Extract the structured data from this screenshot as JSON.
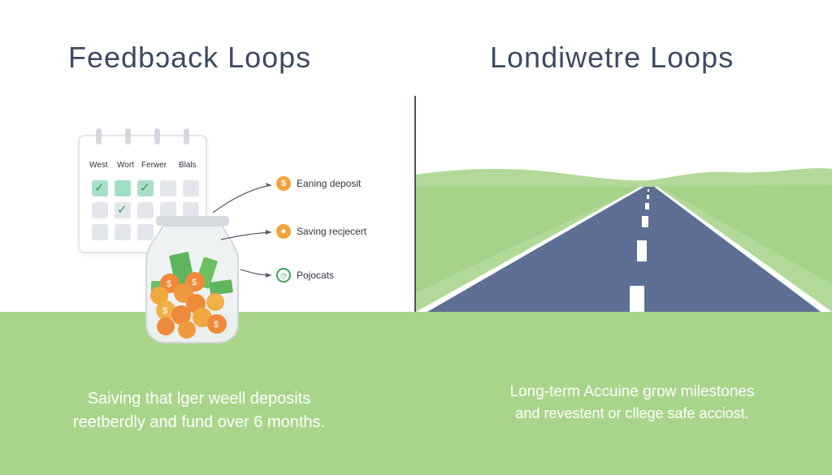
{
  "titles": {
    "left": "Feedbɔack  Loops",
    "right": "Londiwetre Loops"
  },
  "calendar": {
    "headers": [
      "West",
      "Wort",
      "Ferwer",
      "Blals"
    ]
  },
  "legend": {
    "items": [
      {
        "label": "Eaning deposit",
        "icon": "coin-icon"
      },
      {
        "label": "Saving recjecert",
        "icon": "person-icon"
      },
      {
        "label": "Pojocats",
        "icon": "timer-icon"
      }
    ]
  },
  "captions": {
    "left_line1": "Saiving that lger weell deposits",
    "left_line2": "reetberdly and fund over  6 months.",
    "right_line1": "Long-term Accuine grow milestones",
    "right_line2": "and revestent or cllege safe acciost."
  },
  "colors": {
    "title": "#3e4a63",
    "grass": "#a9d58b",
    "road": "#5f6f93",
    "check_green": "#2f9e63",
    "coin_orange": "#f2a23a"
  }
}
